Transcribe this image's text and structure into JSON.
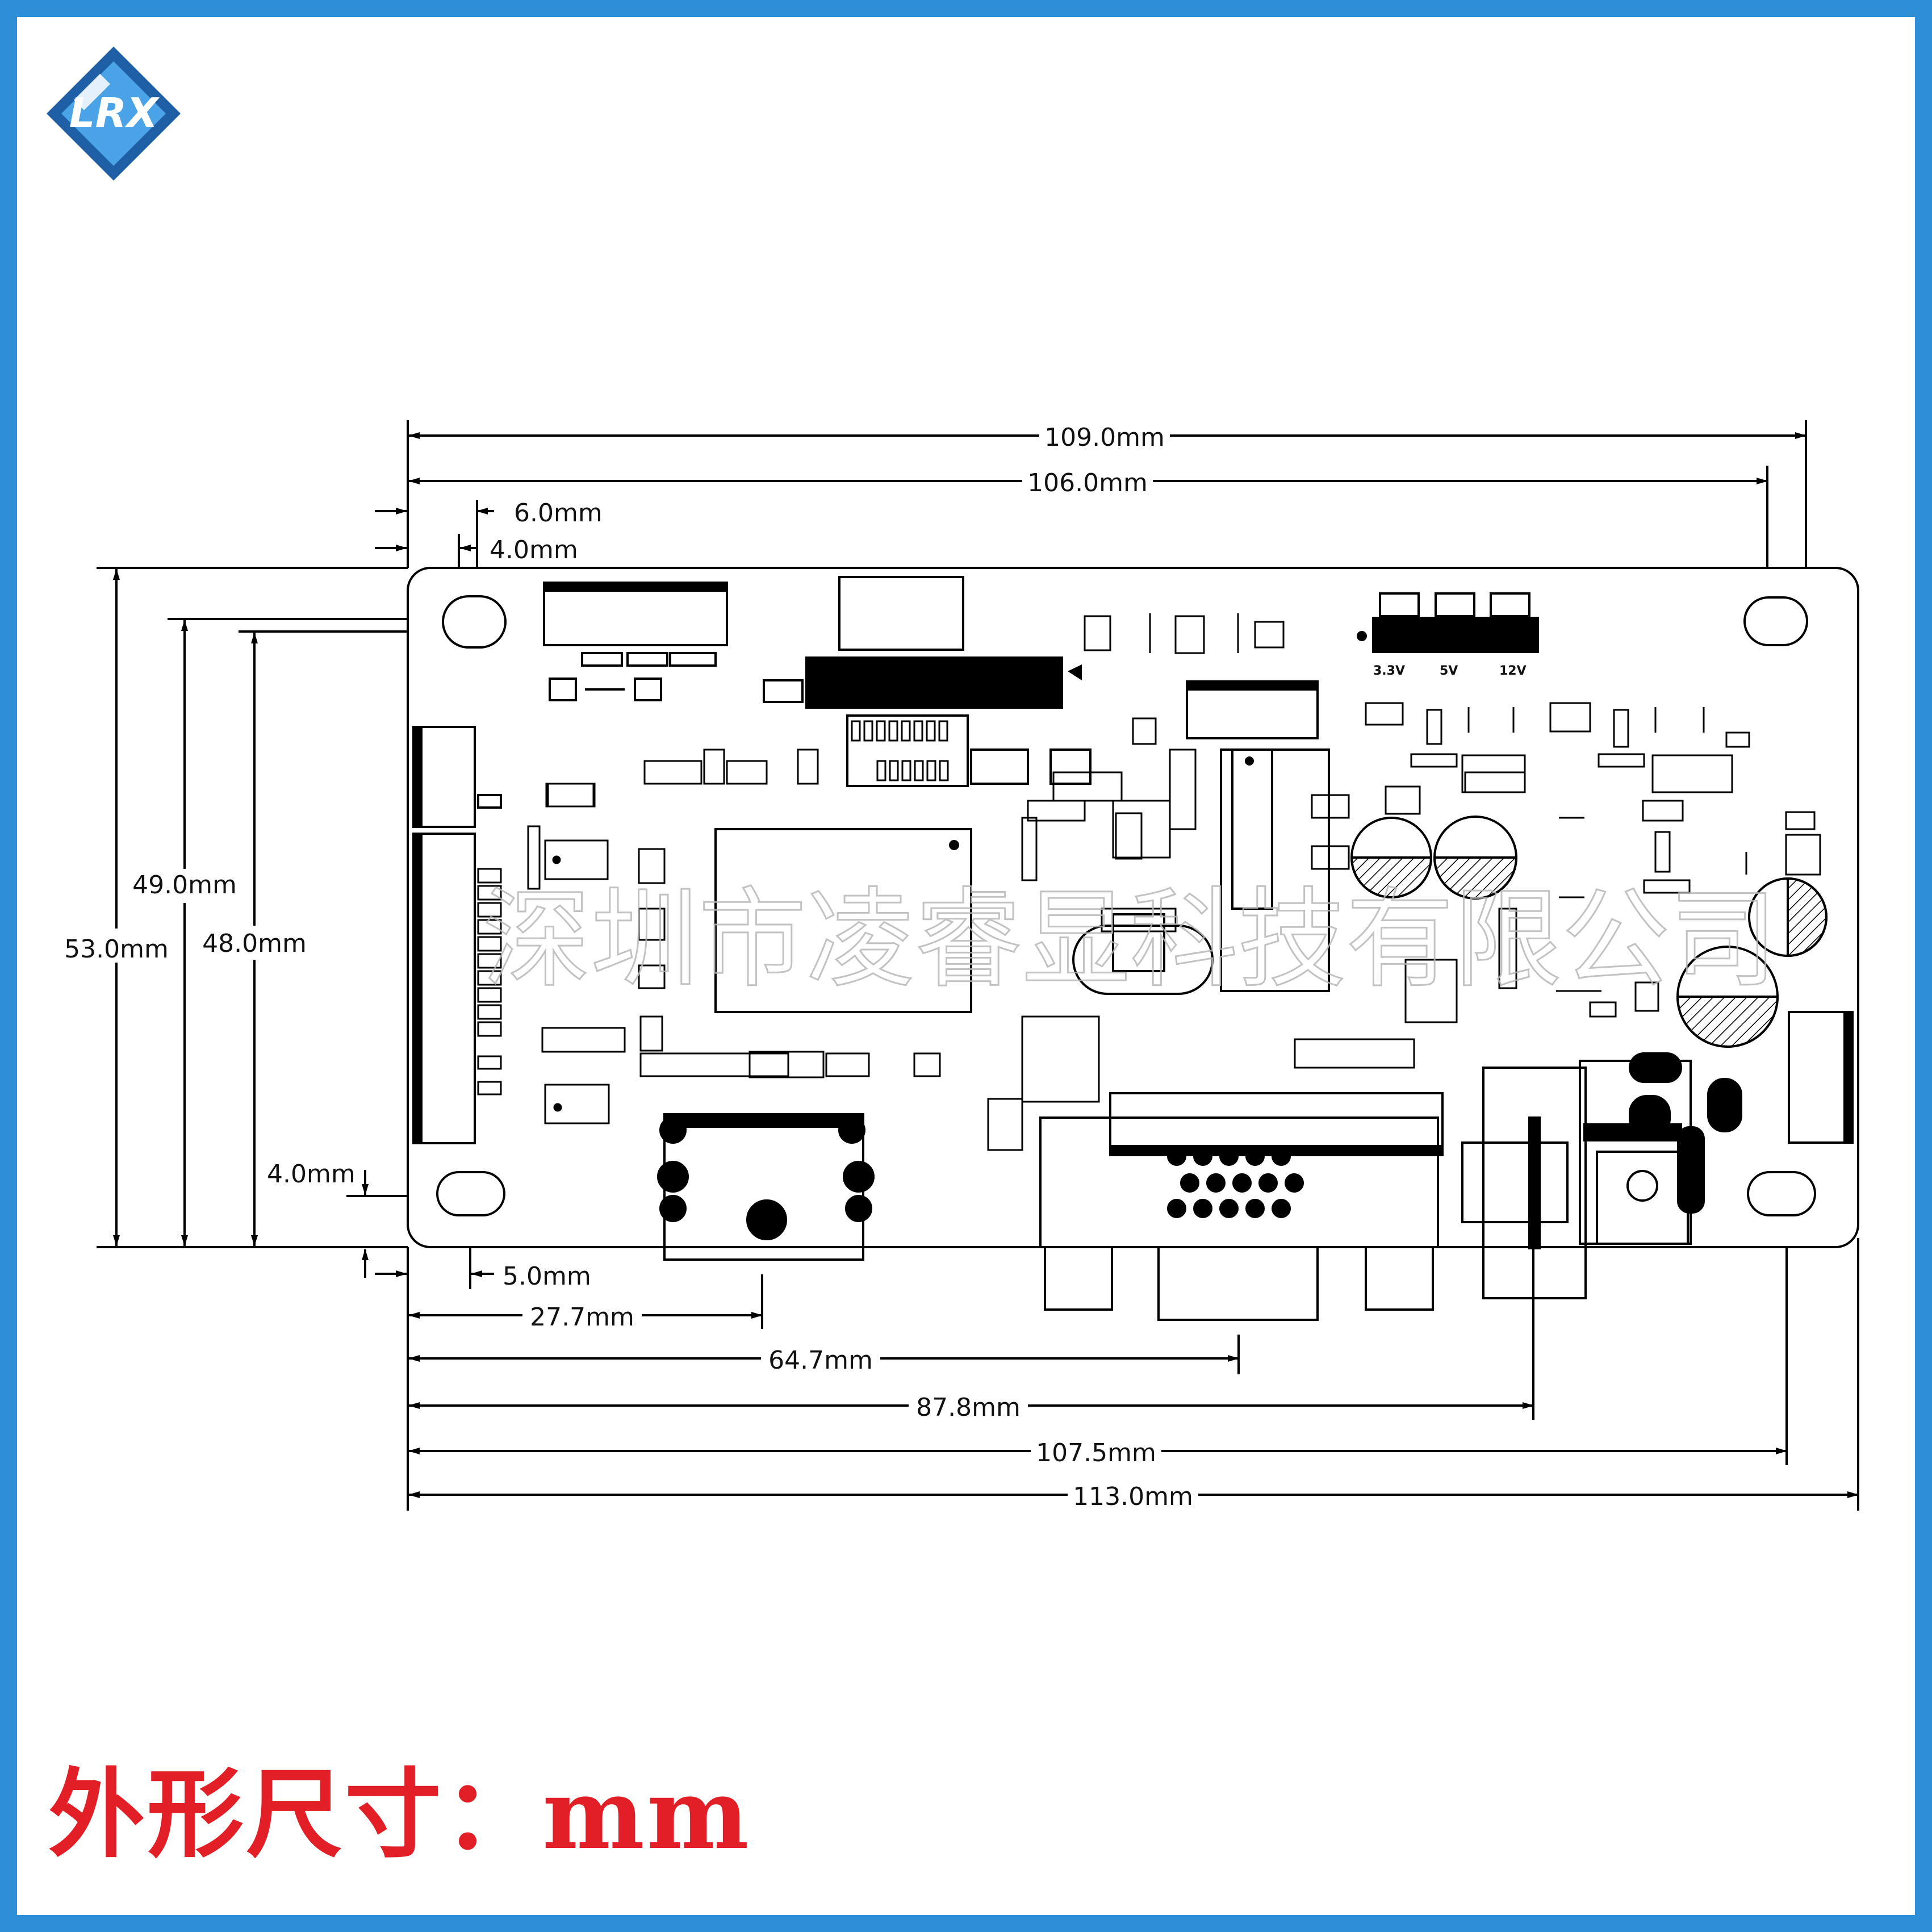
{
  "title": "外形尺寸：mm",
  "watermark": "深圳市凌睿显科技有限公司",
  "logo_text": "LRX",
  "logo_icon": "diamond-logo-icon",
  "colors": {
    "border": "#2e8fd8",
    "title": "#e21f26",
    "logo_dark": "#1f5fa6",
    "logo_light": "#4aa3e6",
    "line": "#000000",
    "watermark": "#bbbbbb"
  },
  "voltage_labels": [
    "3.3V",
    "5V",
    "12V"
  ],
  "dimensions": {
    "overall_width": "109.0mm",
    "hole_spacing_top": "106.0mm",
    "hole_offset_x": "6.0mm",
    "hole_x": "4.0mm",
    "overall_height": "53.0mm",
    "hole_spacing_v1": "49.0mm",
    "hole_spacing_v2": "48.0mm",
    "hole_bottom_offset": "4.0mm",
    "hole_bottom_x": "5.0mm",
    "connector_1": "27.7mm",
    "connector_2": "64.7mm",
    "connector_3": "87.8mm",
    "connector_4": "107.5mm",
    "total_width_with_connectors": "113.0mm"
  }
}
